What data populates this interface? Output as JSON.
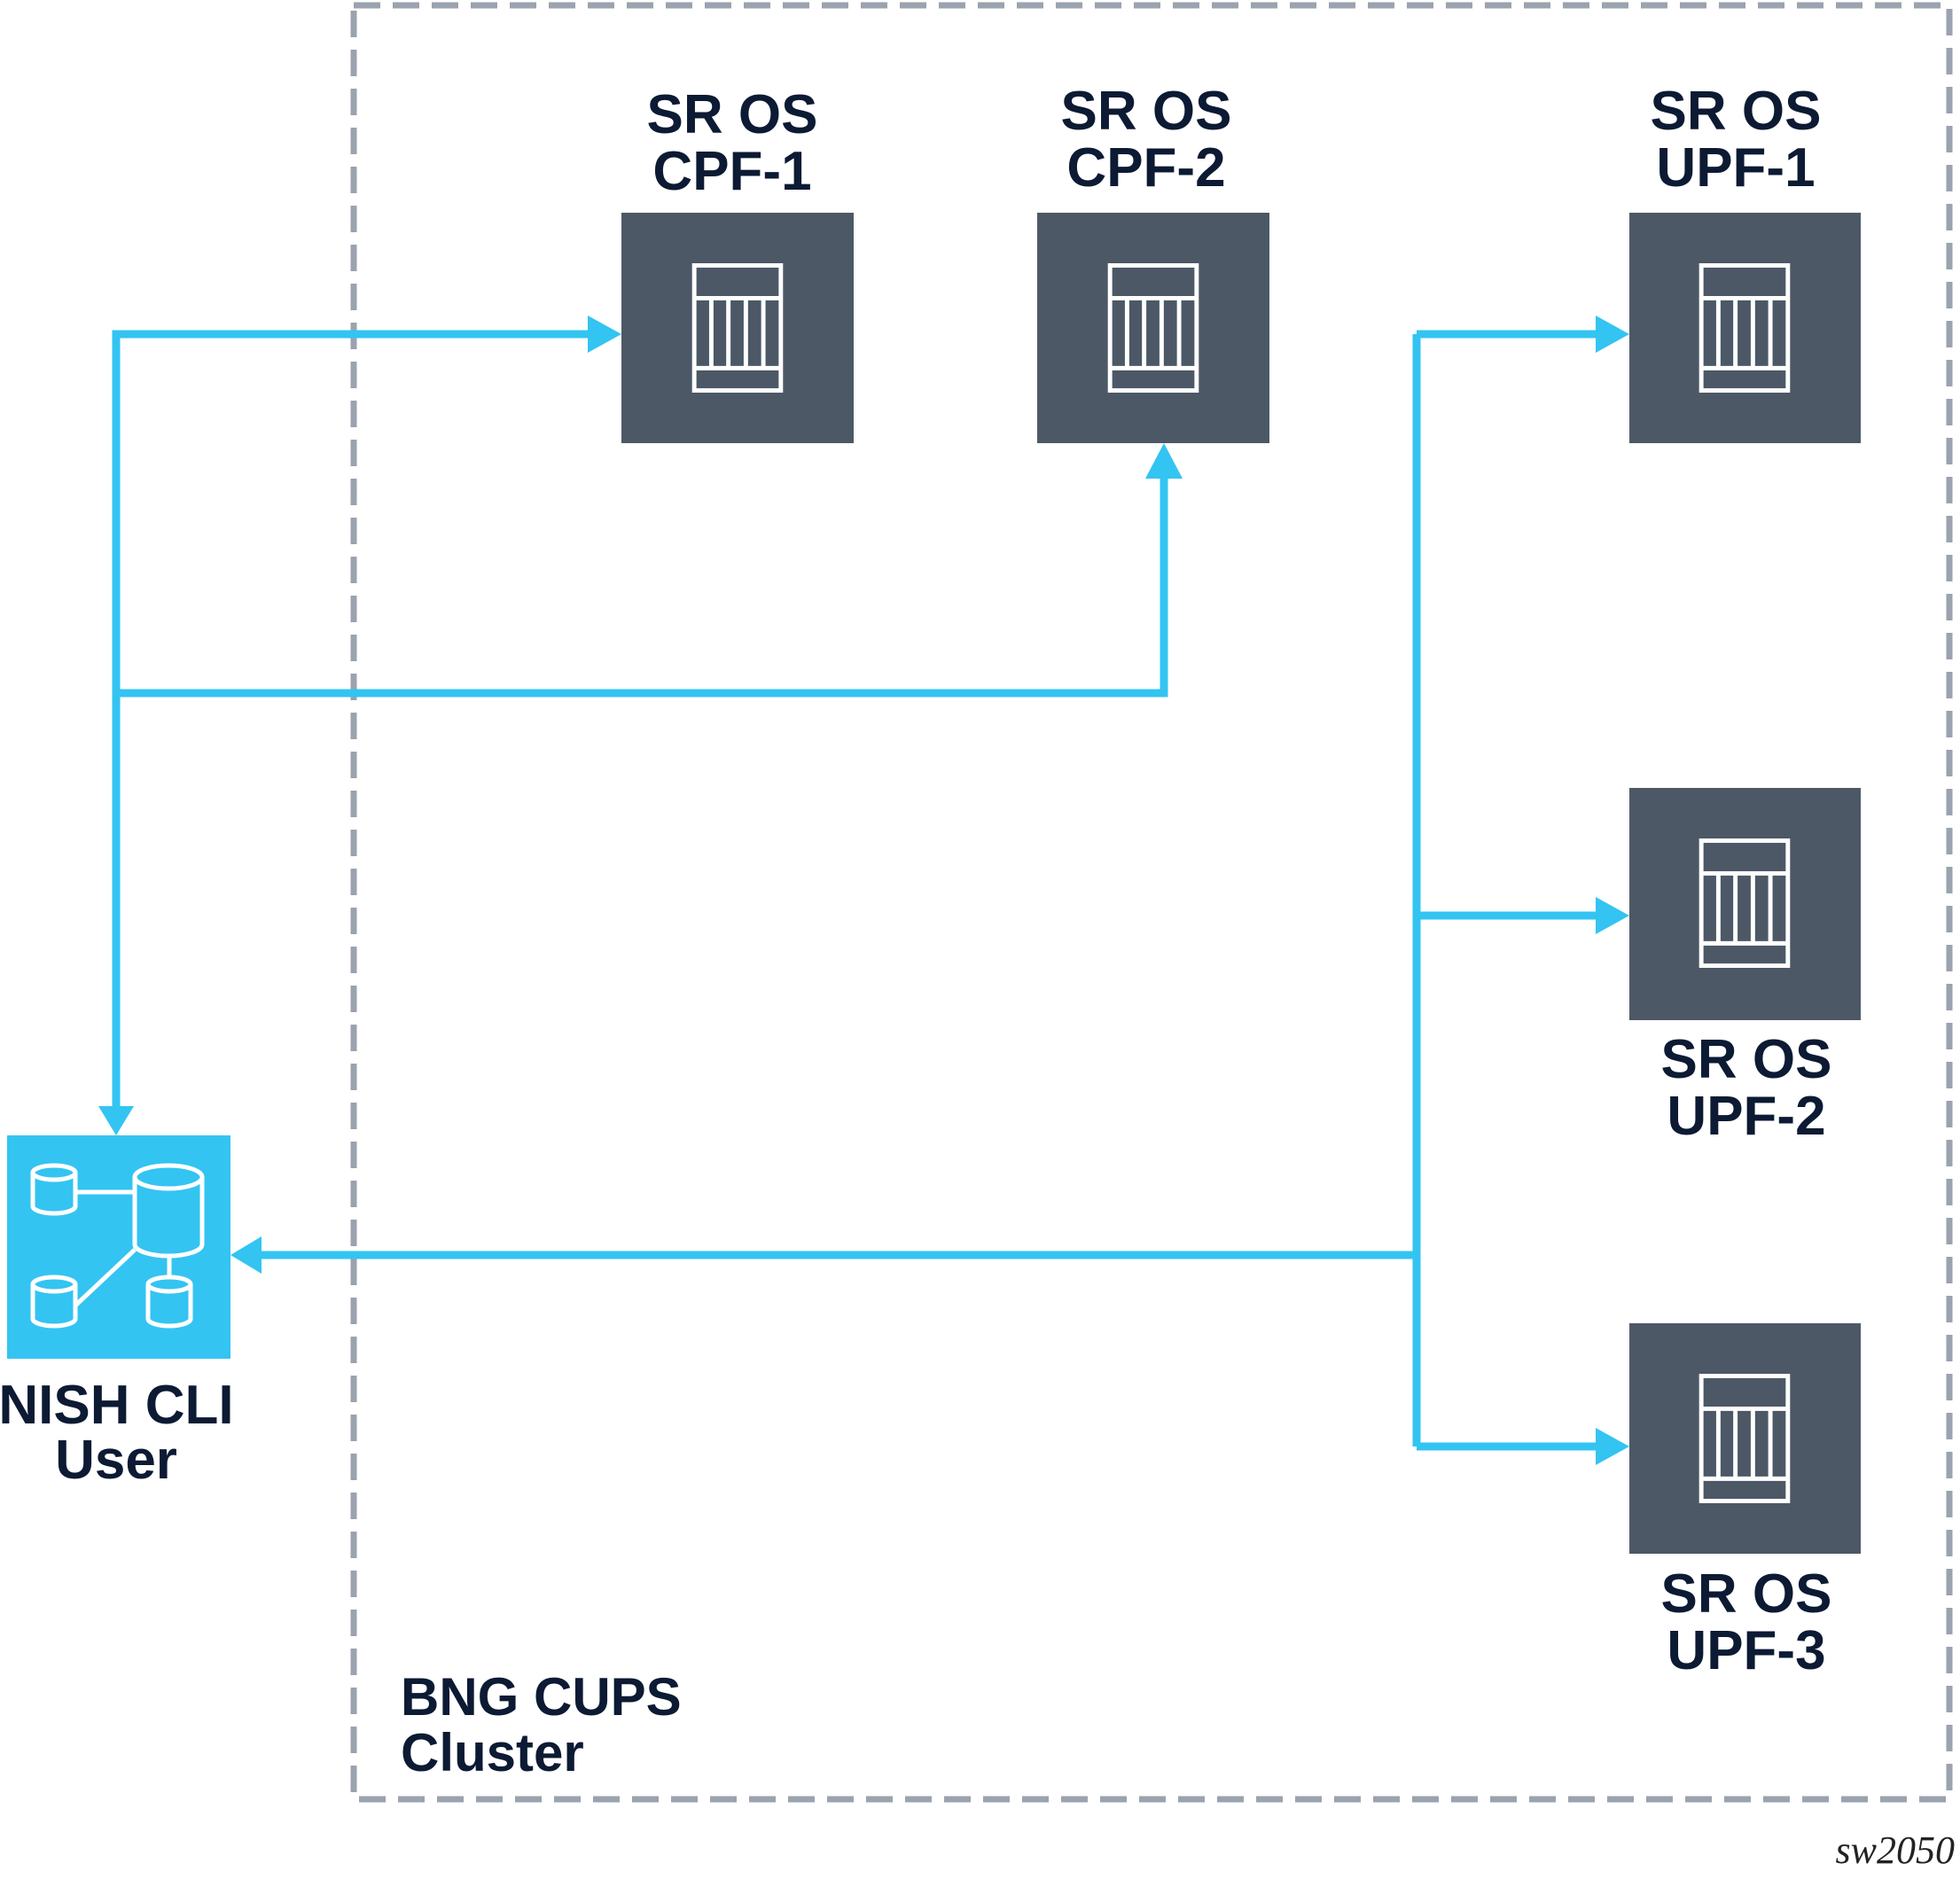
{
  "colors": {
    "node_fill": "#4c5866",
    "link": "#33c4f2",
    "cluster_border": "#9aa3ae",
    "text": "#0c1a33",
    "user_fill": "#33c4f2"
  },
  "cluster": {
    "label_line1": "BNG CUPS",
    "label_line2": "Cluster"
  },
  "nodes": [
    {
      "id": "cpf-1",
      "line1": "SR OS",
      "line2": "CPF-1",
      "icon": "router-chassis-icon"
    },
    {
      "id": "cpf-2",
      "line1": "SR OS",
      "line2": "CPF-2",
      "icon": "router-chassis-icon"
    },
    {
      "id": "upf-1",
      "line1": "SR OS",
      "line2": "UPF-1",
      "icon": "router-chassis-icon"
    },
    {
      "id": "upf-2",
      "line1": "SR OS",
      "line2": "UPF-2",
      "icon": "router-chassis-icon"
    },
    {
      "id": "upf-3",
      "line1": "SR OS",
      "line2": "UPF-3",
      "icon": "router-chassis-icon"
    }
  ],
  "user": {
    "line1": "NISH CLI",
    "line2": "User",
    "icon": "database-cluster-icon"
  },
  "connections": [
    {
      "from": "nish-cli-user",
      "to": "cpf-1",
      "bidirectional": true
    },
    {
      "from": "nish-cli-user",
      "to": "cpf-2",
      "bidirectional": true
    },
    {
      "from": "nish-cli-user",
      "to": "upf-1",
      "bidirectional": true
    },
    {
      "from": "nish-cli-user",
      "to": "upf-2",
      "bidirectional": true
    },
    {
      "from": "nish-cli-user",
      "to": "upf-3",
      "bidirectional": true
    }
  ],
  "figure_id": "sw2050"
}
